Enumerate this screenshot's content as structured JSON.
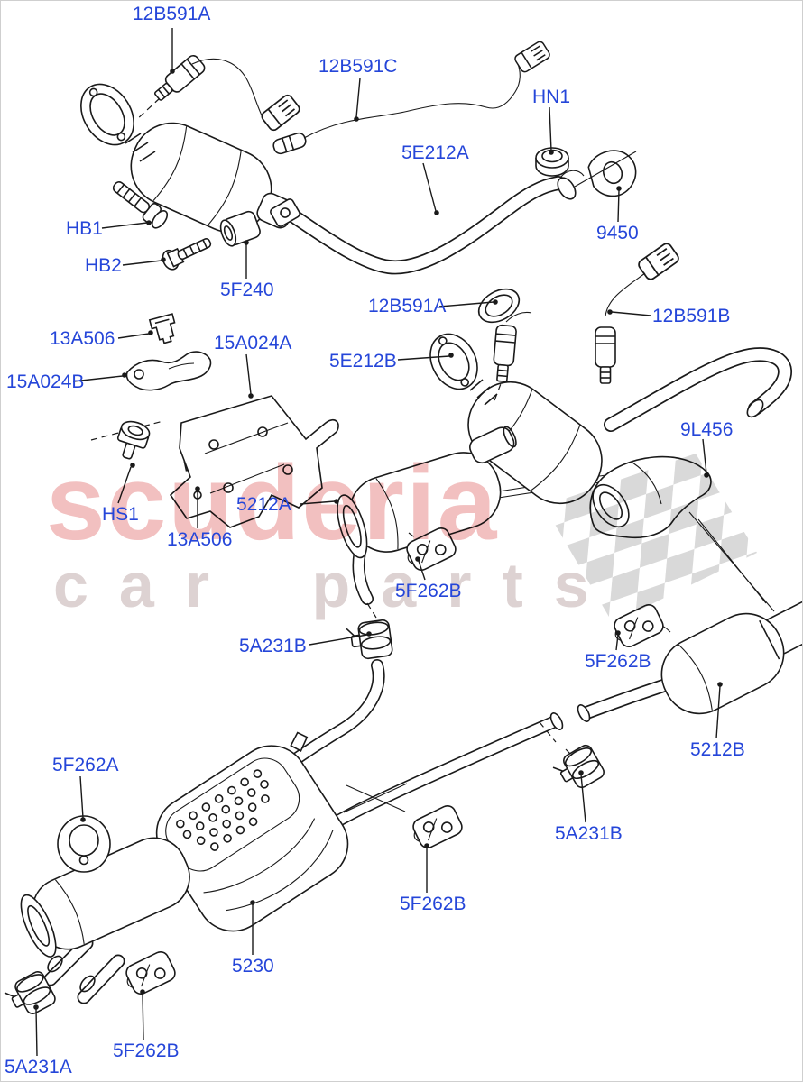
{
  "watermark": {
    "line1": "scuderia",
    "line2": "car parts",
    "color_primary": "#f2c0c0",
    "color_secondary": "#ddd2d2",
    "flag_color": "#d9d9d9"
  },
  "diagram": {
    "label_color": "#2546d9",
    "line_color": "#1a1a1a",
    "background": "#ffffff"
  },
  "labels": [
    {
      "text": "12B591A"
    },
    {
      "text": "12B591C"
    },
    {
      "text": "HN1"
    },
    {
      "text": "5E212A"
    },
    {
      "text": "HB1"
    },
    {
      "text": "9450"
    },
    {
      "text": "HB2"
    },
    {
      "text": "5F240"
    },
    {
      "text": "12B591A"
    },
    {
      "text": "12B591B"
    },
    {
      "text": "13A506"
    },
    {
      "text": "15A024A"
    },
    {
      "text": "5E212B"
    },
    {
      "text": "15A024B"
    },
    {
      "text": "9L456"
    },
    {
      "text": "5212A"
    },
    {
      "text": "HS1"
    },
    {
      "text": "13A506"
    },
    {
      "text": "5F262B"
    },
    {
      "text": "5A231B"
    },
    {
      "text": "5F262B"
    },
    {
      "text": "5212B"
    },
    {
      "text": "5F262A"
    },
    {
      "text": "5A231B"
    },
    {
      "text": "5F262B"
    },
    {
      "text": "5230"
    },
    {
      "text": "5F262B"
    },
    {
      "text": "5A231A"
    }
  ]
}
